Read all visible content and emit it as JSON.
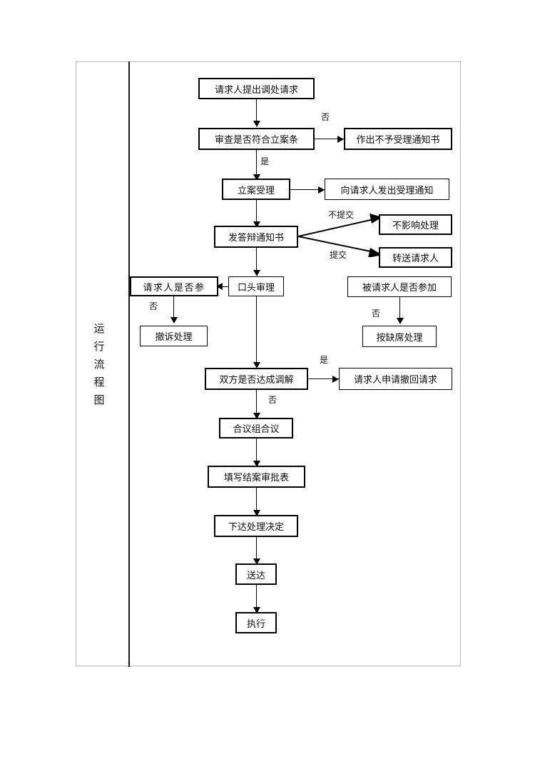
{
  "page": {
    "title_vertical": [
      "运",
      "行",
      "流",
      "程",
      "图"
    ],
    "frame_color": "#b8b8b8",
    "line_color": "#000000"
  },
  "flow": {
    "nodes": [
      {
        "id": "n1",
        "label": "请求人提出调处请求"
      },
      {
        "id": "n2",
        "label": "审查是否符合立案条"
      },
      {
        "id": "n3",
        "label": "作出不予受理通知书"
      },
      {
        "id": "n4",
        "label": "立案受理"
      },
      {
        "id": "n5",
        "label": "向请求人发出受理通知"
      },
      {
        "id": "n6",
        "label": "发答辩通知书"
      },
      {
        "id": "n7",
        "label": "不影响处理"
      },
      {
        "id": "n8",
        "label": "转送请求人"
      },
      {
        "id": "n9",
        "label": "请求人是否参"
      },
      {
        "id": "n10",
        "label": "口头审理"
      },
      {
        "id": "n11",
        "label": "被请求人是否参加"
      },
      {
        "id": "n12",
        "label": "撤诉处理"
      },
      {
        "id": "n13",
        "label": "按缺席处理"
      },
      {
        "id": "n14",
        "label": "双方是否达成调解"
      },
      {
        "id": "n15",
        "label": "请求人申请撤回请求"
      },
      {
        "id": "n16",
        "label": "合议组合议"
      },
      {
        "id": "n17",
        "label": "填写结案审批表"
      },
      {
        "id": "n18",
        "label": "下达处理决定"
      },
      {
        "id": "n19",
        "label": "送达"
      },
      {
        "id": "n20",
        "label": "执行"
      }
    ],
    "edge_labels": {
      "e_no_accept": "否",
      "e_yes_accept": "是",
      "e_not_submit": "不提交",
      "e_submit": "提交",
      "e_no_applicant": "否",
      "e_no_respondent": "否",
      "e_yes_mediation": "是",
      "e_no_mediation": "否"
    }
  }
}
